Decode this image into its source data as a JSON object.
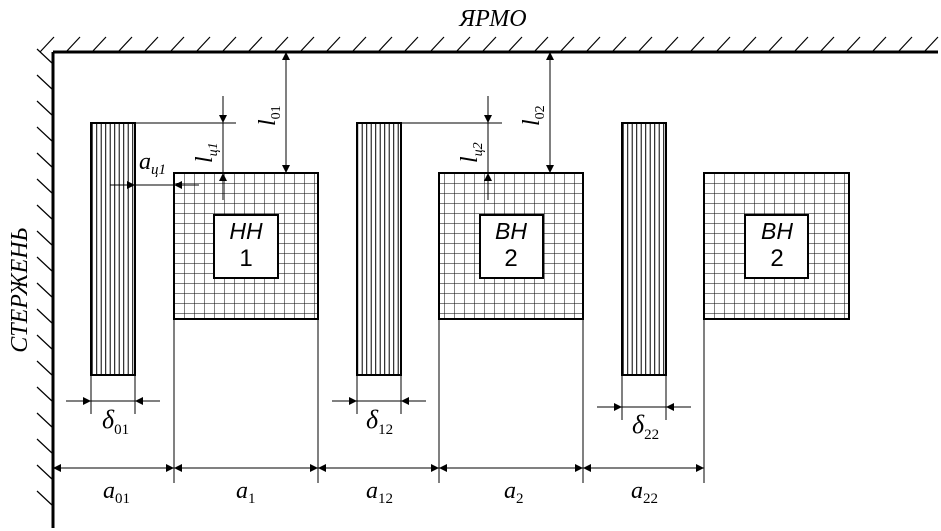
{
  "labels": {
    "yoke": "ЯРМО",
    "core": "СТЕРЖЕНЬ",
    "winding_nn": "НН",
    "winding_nn_num": "1",
    "winding_vn": "ВН",
    "winding_vn_num": "2",
    "winding_vn2": "ВН",
    "winding_vn2_num": "2"
  },
  "dims": {
    "a": "a",
    "a01_sub": "01",
    "a1_sub": "1",
    "a12_sub": "12",
    "a2_sub": "2",
    "a22_sub": "22",
    "delta": "δ",
    "d01_sub": "01",
    "d12_sub": "12",
    "d22_sub": "22",
    "l": "l",
    "l01_sub": "01",
    "l02_sub": "02",
    "lc1_sub": "ц1",
    "lc2_sub": "ц2",
    "ac1_sub": "ц1"
  }
}
